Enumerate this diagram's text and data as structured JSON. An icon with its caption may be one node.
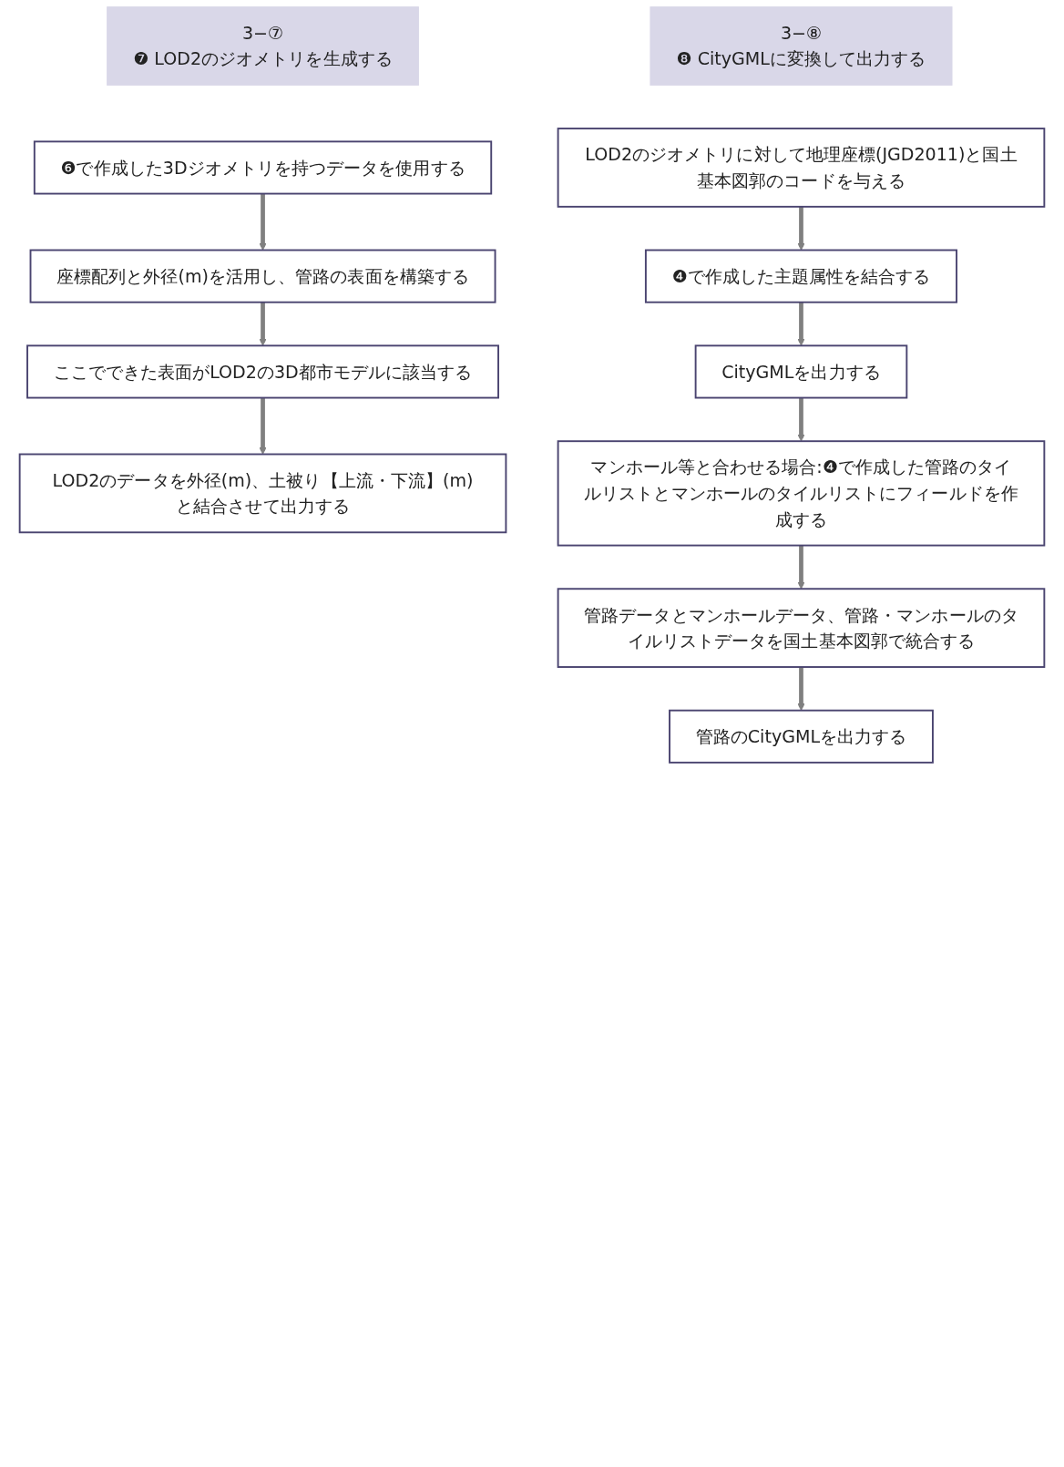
{
  "diagram": {
    "nodes": [
      {
        "text": [
          "3−⑦",
          "❼ LOD2のジオメトリを生成する"
        ]
      },
      {
        "text": [
          "❻で作成した3Dジオメトリを持つデータを使用する"
        ]
      },
      {
        "text": [
          "座標配列と外径(m)を活用し、管路の表面を構築する"
        ]
      },
      {
        "text": [
          "ここでできた表面がLOD2の3D都市モデルに該当する"
        ]
      },
      {
        "text": [
          "LOD2のデータを外径(m)、土被り【上流・下流】(m)と結合させて出力する"
        ]
      },
      {
        "text": [
          "3−⑧",
          "❽ CityGMLに変換して出力する"
        ]
      },
      {
        "text": [
          "LOD2のジオメトリに対して地理座標(JGD2011)と国土基本図郭のコードを与える"
        ]
      },
      {
        "text": [
          "❹で作成した主題属性を結合する"
        ]
      },
      {
        "text": [
          "CityGMLを出力する"
        ]
      },
      {
        "text": [
          "マンホール等と合わせる場合:❹で作成した管路のタイルリストとマンホールのタイルリストにフィールドを作成する"
        ]
      },
      {
        "text": [
          "管路データとマンホールデータ、管路・マンホールのタイルリストデータを国土基本図郭で統合する"
        ]
      },
      {
        "text": [
          "管路のCityGMLを出力する"
        ]
      }
    ],
    "edges": [
      {
        "from": 1,
        "to": 2,
        "arrow": "to"
      },
      {
        "from": 2,
        "to": 3,
        "arrow": "to"
      },
      {
        "from": 3,
        "to": 4,
        "arrow": "to"
      },
      {
        "from": 6,
        "to": 7,
        "arrow": "to"
      },
      {
        "from": 7,
        "to": 8,
        "arrow": "to"
      },
      {
        "from": 8,
        "to": 9,
        "arrow": "to"
      },
      {
        "from": 9,
        "to": 10,
        "arrow": "to"
      },
      {
        "from": 10,
        "to": 11,
        "arrow": "to"
      }
    ]
  }
}
